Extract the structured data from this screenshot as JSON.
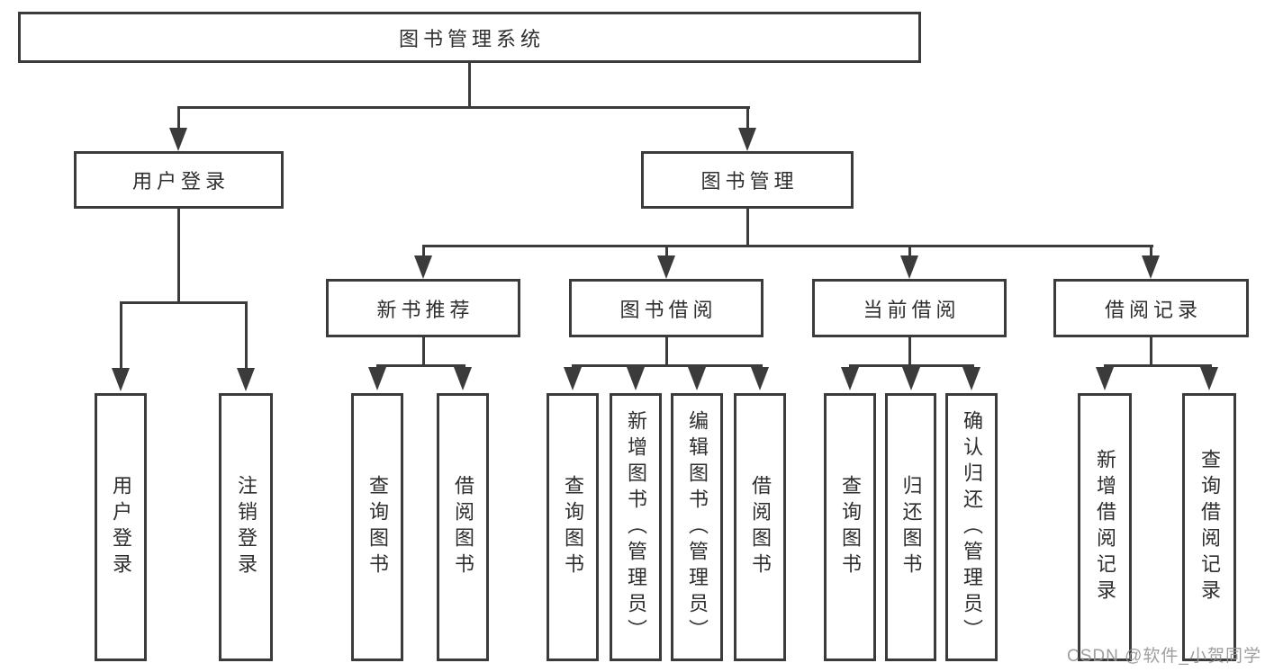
{
  "diagram": {
    "title": "图书管理系统",
    "root": {
      "label": "图书管理系统"
    },
    "level2": [
      {
        "label": "用户登录"
      },
      {
        "label": "图书管理"
      }
    ],
    "level3": [
      {
        "label": "新书推荐"
      },
      {
        "label": "图书借阅"
      },
      {
        "label": "当前借阅"
      },
      {
        "label": "借阅记录"
      }
    ],
    "leaves": {
      "user_login": [
        "用户登录",
        "注销登录"
      ],
      "new_books": [
        "查询图书",
        "借阅图书"
      ],
      "book_borrow": [
        "查询图书",
        "新增图书（管理员）",
        "编辑图书（管理员）",
        "借阅图书"
      ],
      "current_borrow": [
        "查询图书",
        "归还图书",
        "确认归还（管理员）"
      ],
      "borrow_records": [
        "新增借阅记录",
        "查询借阅记录"
      ]
    },
    "watermark": "CSDN @软件_小贺同学"
  }
}
